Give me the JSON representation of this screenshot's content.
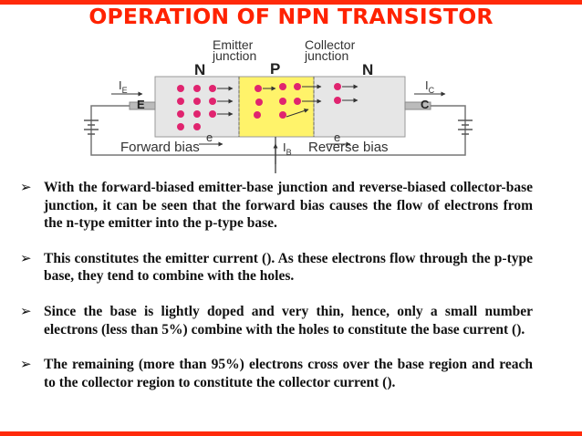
{
  "slide": {
    "title": "OPERATION OF NPN TRANSISTOR",
    "bullet_icon": "arrowhead-bullet",
    "accent_color": "#ff2a0a"
  },
  "diagram": {
    "labels": {
      "emitter_junction_1": "Emitter",
      "emitter_junction_2": "junction",
      "collector_junction_1": "Collector",
      "collector_junction_2": "junction",
      "n_left": "N",
      "p_center": "P",
      "n_right": "N",
      "ie": "I",
      "ie_sub": "E",
      "e_left": "E",
      "ic": "I",
      "ic_sub": "C",
      "c_right": "C",
      "ib": "I",
      "ib_sub": "B",
      "electron_left": "e",
      "electron_right": "e",
      "forward_bias": "Forward bias",
      "reverse_bias": "Reverse bias"
    }
  },
  "bullets": [
    "With the forward-biased emitter-base junction and reverse-biased collector-base junction, it can be seen that the forward bias causes the flow of electrons from the n-type emitter into the p-type base.",
    "This constitutes the emitter current (). As these electrons flow through the p-type base, they tend to combine with the holes.",
    "Since the base is lightly doped and very thin, hence, only a small number electrons (less than 5%) combine with the holes to constitute the base current ().",
    "The remaining (more than 95%) electrons cross over the base region and reach to the collector region to constitute the collector current ()."
  ]
}
